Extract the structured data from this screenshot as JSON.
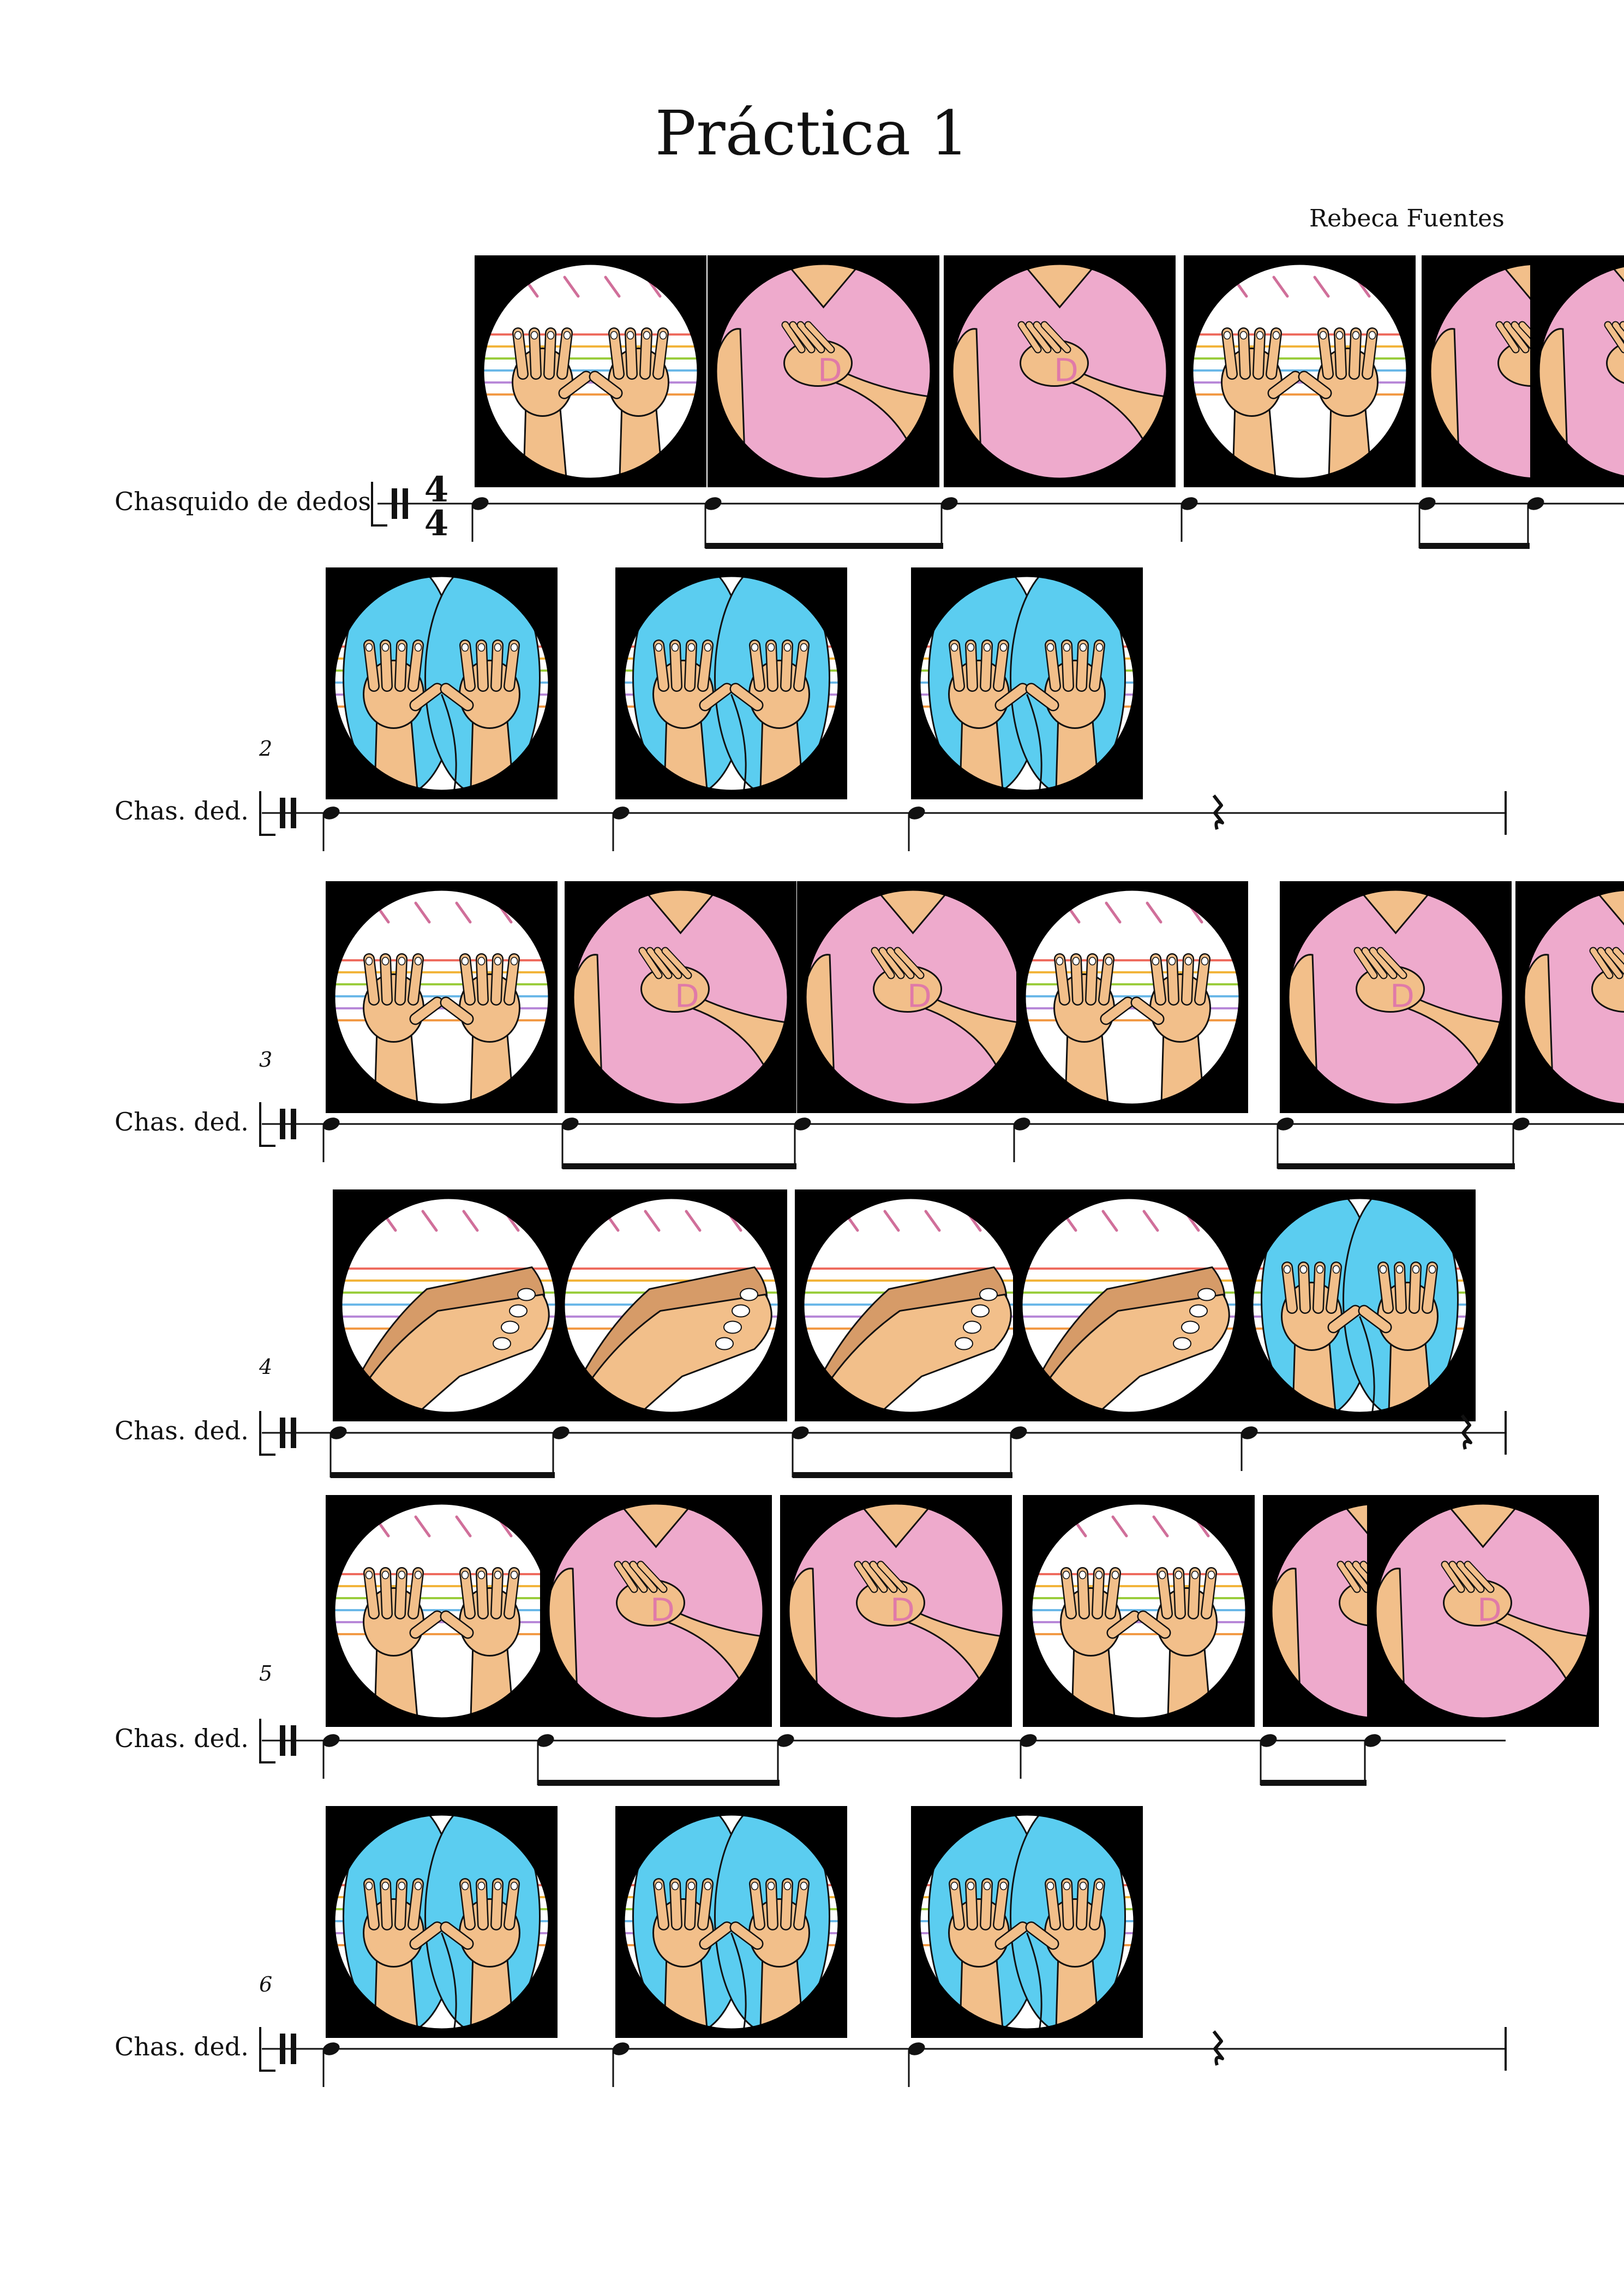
{
  "score": {
    "title": "Práctica 1",
    "composer": "Rebeca Fuentes",
    "time_signature": {
      "numerator": "4",
      "denominator": "4"
    },
    "systems": [
      {
        "number": "",
        "label": "Chasquido de dedos",
        "end_barline": false,
        "events": [
          {
            "type": "note",
            "dur": "q",
            "pic": "hands-raised"
          },
          {
            "type": "note",
            "dur": "e",
            "pic": "hand-on-chest"
          },
          {
            "type": "note",
            "dur": "e",
            "pic": "hand-on-chest"
          },
          {
            "type": "note",
            "dur": "q",
            "pic": "hands-raised"
          },
          {
            "type": "note",
            "dur": "e",
            "pic": "hand-on-chest"
          },
          {
            "type": "note",
            "dur": "e",
            "pic": "hand-on-chest"
          }
        ]
      },
      {
        "number": "2",
        "label": "Chas. ded.",
        "end_barline": true,
        "events": [
          {
            "type": "note",
            "dur": "q",
            "pic": "hands-on-knees"
          },
          {
            "type": "note",
            "dur": "q",
            "pic": "hands-on-knees"
          },
          {
            "type": "note",
            "dur": "q",
            "pic": "hands-on-knees"
          },
          {
            "type": "rest",
            "dur": "q"
          }
        ]
      },
      {
        "number": "3",
        "label": "Chas. ded.",
        "end_barline": false,
        "events": [
          {
            "type": "note",
            "dur": "q",
            "pic": "hands-raised"
          },
          {
            "type": "note",
            "dur": "e",
            "pic": "hand-on-chest"
          },
          {
            "type": "note",
            "dur": "e",
            "pic": "hand-on-chest"
          },
          {
            "type": "note",
            "dur": "q",
            "pic": "hands-raised"
          },
          {
            "type": "note",
            "dur": "e",
            "pic": "hand-on-chest"
          },
          {
            "type": "note",
            "dur": "e",
            "pic": "hand-on-chest"
          }
        ]
      },
      {
        "number": "4",
        "label": "Chas. ded.",
        "end_barline": true,
        "events": [
          {
            "type": "note",
            "dur": "e",
            "pic": "hands-clap"
          },
          {
            "type": "note",
            "dur": "e",
            "pic": "hands-clap"
          },
          {
            "type": "note",
            "dur": "e",
            "pic": "hands-clap"
          },
          {
            "type": "note",
            "dur": "e",
            "pic": "hands-clap"
          },
          {
            "type": "note",
            "dur": "q",
            "pic": "hands-on-knees"
          },
          {
            "type": "rest",
            "dur": "q"
          }
        ]
      },
      {
        "number": "5",
        "label": "Chas. ded.",
        "end_barline": false,
        "events": [
          {
            "type": "note",
            "dur": "q",
            "pic": "hands-raised"
          },
          {
            "type": "note",
            "dur": "e",
            "pic": "hand-on-chest"
          },
          {
            "type": "note",
            "dur": "e",
            "pic": "hand-on-chest"
          },
          {
            "type": "note",
            "dur": "q",
            "pic": "hands-raised"
          },
          {
            "type": "note",
            "dur": "e",
            "pic": "hand-on-chest"
          },
          {
            "type": "note",
            "dur": "e",
            "pic": "hand-on-chest"
          }
        ]
      },
      {
        "number": "6",
        "label": "Chas. ded.",
        "end_barline": true,
        "events": [
          {
            "type": "note",
            "dur": "q",
            "pic": "hands-on-knees"
          },
          {
            "type": "note",
            "dur": "q",
            "pic": "hands-on-knees"
          },
          {
            "type": "note",
            "dur": "q",
            "pic": "hands-on-knees"
          },
          {
            "type": "rest",
            "dur": "q"
          }
        ]
      }
    ]
  },
  "colors": {
    "ink": "#111111",
    "skin": "#f2bf8a",
    "skin_dark": "#d69b68",
    "shirt_pink": "#eeaacc",
    "pants_blue": "#5bcdf0",
    "accent_pink": "#d06f9a",
    "letter": "#e07aa8",
    "stripes": [
      "#ee6b5e",
      "#f2b43a",
      "#9acd3c",
      "#6ab8e8",
      "#b888d8",
      "#f29a45"
    ]
  }
}
